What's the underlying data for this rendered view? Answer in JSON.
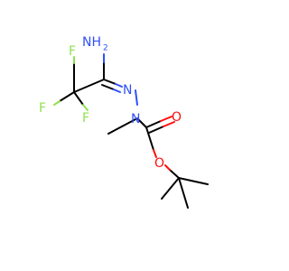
{
  "colors": {
    "bond": "#000000",
    "nitrogen": "#3050f8",
    "oxygen": "#ff0d0d",
    "fluorine": "#90e050",
    "background": "#ffffff"
  },
  "atoms": {
    "amine": "NH",
    "amine_subscript": "2",
    "imine_n": "N",
    "hydrazine_n": "N",
    "carbonyl_o": "O",
    "ester_o": "O",
    "f_top": "F",
    "f_left": "F",
    "f_bottom": "F"
  }
}
